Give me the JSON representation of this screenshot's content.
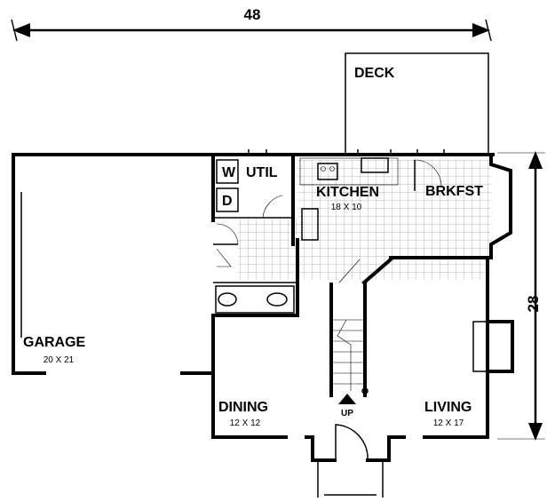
{
  "dimensions": {
    "width_label": "48",
    "depth_label": "28"
  },
  "rooms": {
    "deck": {
      "name": "DECK"
    },
    "util": {
      "name": "UTIL",
      "washer": "W",
      "dryer": "D"
    },
    "kitchen": {
      "name": "KITCHEN",
      "size": "18 X 10"
    },
    "brkfst": {
      "name": "BRKFST"
    },
    "garage": {
      "name": "GARAGE",
      "size": "20 X 21"
    },
    "dining": {
      "name": "DINING",
      "size": "12 X 12"
    },
    "living": {
      "name": "LIVING",
      "size": "12 X 17"
    },
    "stairs": {
      "label": "UP"
    }
  }
}
